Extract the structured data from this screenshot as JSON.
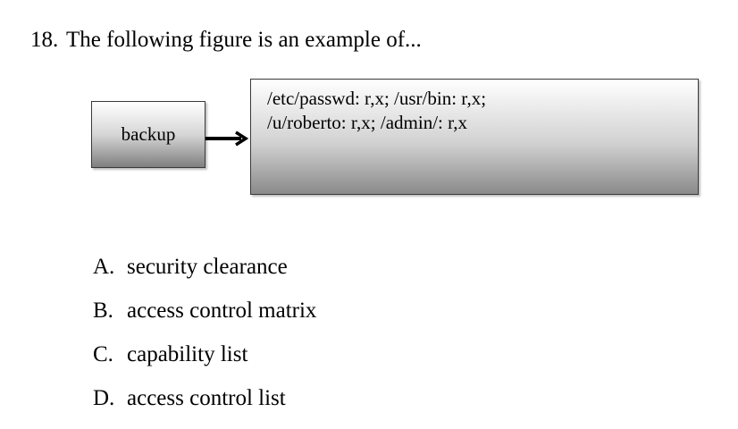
{
  "question": {
    "number": "18.",
    "text": "The following figure is an example of..."
  },
  "figure": {
    "subject_label": "backup",
    "permissions_line1": "/etc/passwd: r,x; /usr/bin: r,x;",
    "permissions_line2": "/u/roberto: r,x; /admin/: r,x"
  },
  "options": [
    {
      "letter": "A.",
      "text": "security clearance"
    },
    {
      "letter": "B.",
      "text": "access control matrix"
    },
    {
      "letter": "C.",
      "text": "capability list"
    },
    {
      "letter": "D.",
      "text": "access control list"
    }
  ]
}
